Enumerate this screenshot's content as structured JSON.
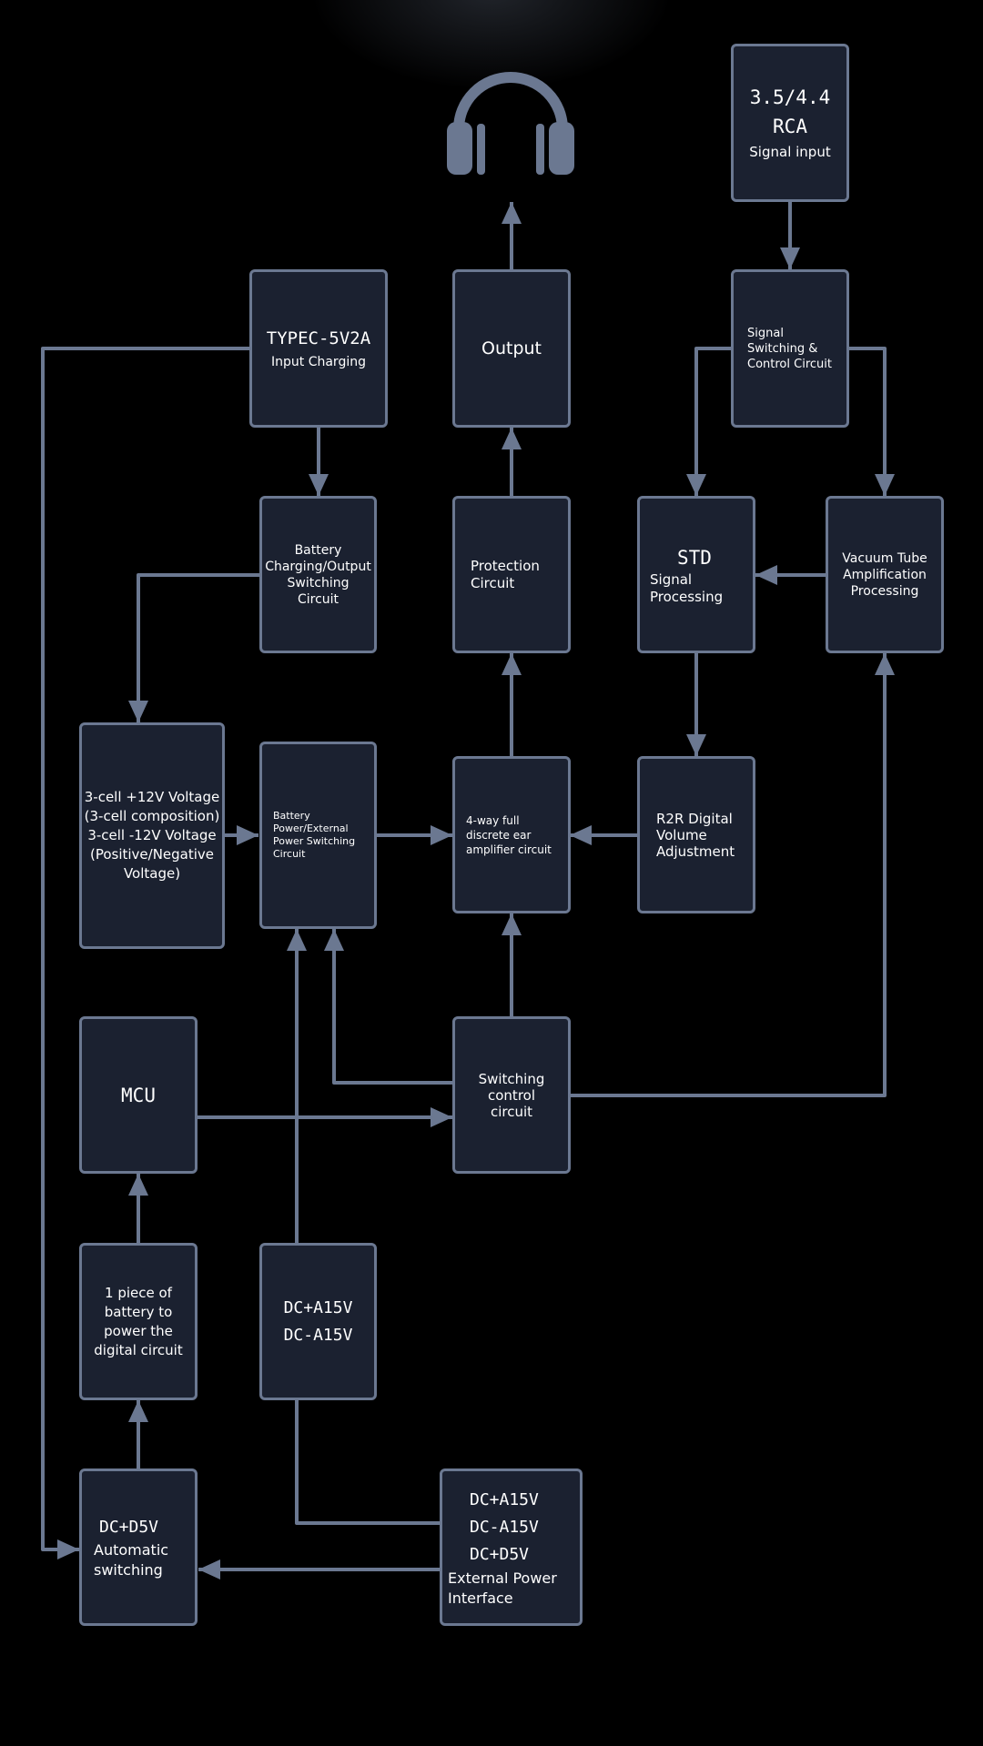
{
  "colors": {
    "background": "#000000",
    "box_fill": "#1b2130",
    "box_border": "#6b7891",
    "wire": "#6b7891",
    "text": "#ffffff"
  },
  "icons": {
    "output_device": "headphones-icon"
  },
  "blocks": {
    "signal_input": {
      "lines": [
        "3.5/4.4",
        "RCA",
        "Signal input"
      ]
    },
    "signal_switching": {
      "lines": [
        "Signal",
        "Switching &",
        "Control Circuit"
      ]
    },
    "output": {
      "lines": [
        "Output"
      ]
    },
    "typec": {
      "lines": [
        "TYPEC-5V2A",
        "Input Charging"
      ]
    },
    "battery_switch": {
      "lines": [
        "Battery",
        "Charging/Output",
        "Switching",
        "Circuit"
      ]
    },
    "protection": {
      "lines": [
        "Protection",
        "Circuit"
      ]
    },
    "std": {
      "lines": [
        "STD",
        "Signal",
        "Processing"
      ]
    },
    "vacuum_tube": {
      "lines": [
        "Vacuum Tube",
        "Amplification",
        "Processing"
      ]
    },
    "battery_voltage": {
      "lines": [
        "3-cell +12V Voltage",
        "(3-cell composition)",
        "3-cell -12V Voltage",
        "(Positive/Negative",
        "Voltage)"
      ]
    },
    "power_switch": {
      "lines": [
        "Battery",
        "Power/External",
        "Power Switching",
        "Circuit"
      ]
    },
    "amplifier": {
      "lines": [
        "4-way full",
        "discrete ear",
        "amplifier circuit"
      ]
    },
    "r2r": {
      "lines": [
        "R2R Digital",
        "Volume",
        "Adjustment"
      ]
    },
    "mcu": {
      "lines": [
        "MCU"
      ]
    },
    "switching_control": {
      "lines": [
        "Switching",
        "control",
        "circuit"
      ]
    },
    "digital_battery": {
      "lines": [
        "1 piece of",
        "battery to",
        "power the",
        "digital circuit"
      ]
    },
    "dc_a15v": {
      "lines": [
        "DC+A15V",
        "DC-A15V"
      ]
    },
    "dc_d5v": {
      "lines": [
        "DC+D5V",
        "Automatic",
        "switching"
      ]
    },
    "external_power": {
      "lines": [
        "DC+A15V",
        "DC-A15V",
        "DC+D5V",
        "External Power",
        "Interface"
      ]
    }
  }
}
